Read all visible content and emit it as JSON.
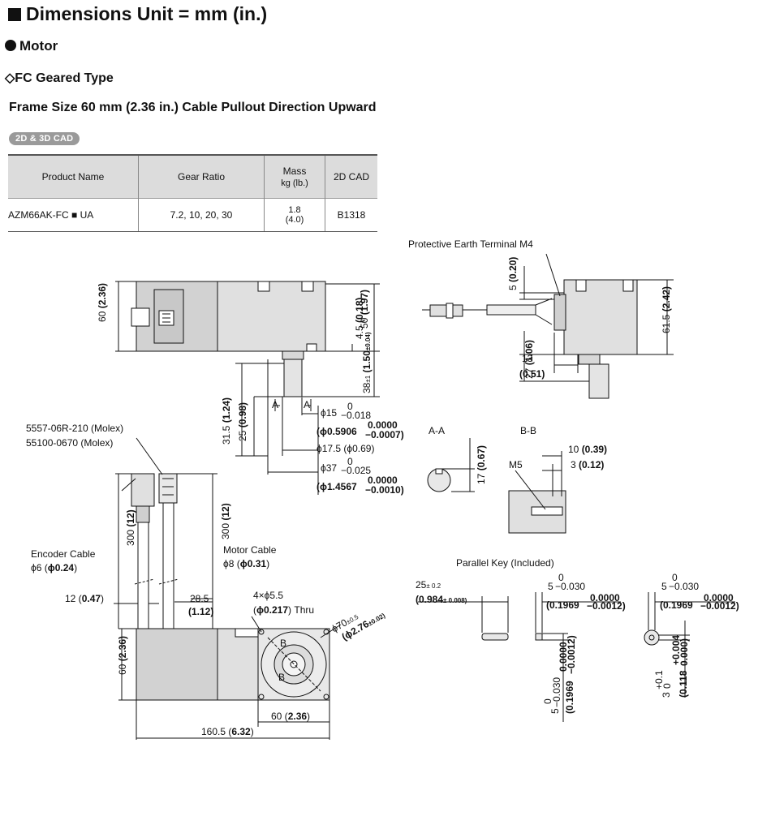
{
  "header": {
    "title": "Dimensions Unit = mm (in.)"
  },
  "section": {
    "motor": "Motor",
    "type": "◇FC Geared Type",
    "frame": "Frame Size 60 mm (2.36 in.)    Cable Pullout Direction  Upward",
    "cad_badge": "2D & 3D CAD"
  },
  "table": {
    "headers": {
      "product": "Product Name",
      "gear": "Gear Ratio",
      "mass1": "Mass",
      "mass2": "kg (lb.)",
      "cad": "2D CAD"
    },
    "row": {
      "product": "AZM66AK-FC",
      "suffix": "UA",
      "gear": "7.2, 10, 20, 30",
      "mass_kg": "1.8",
      "mass_lb": "(4.0)",
      "cad": "B1318"
    }
  },
  "labels": {
    "pe_terminal": "Protective Earth Terminal M4",
    "molex1": "5557-06R-210 (Molex)",
    "molex2": "55100-0670 (Molex)",
    "encoder_cable": "Encoder Cable",
    "encoder_dia": "ϕ6 (ϕ0.24)",
    "motor_cable": "Motor Cable",
    "motor_dia": "ϕ8 (ϕ0.31)",
    "holes": "4×ϕ5.5",
    "holes_in": "(ϕ0.217) Thru",
    "aa": "A-A",
    "bb": "B-B",
    "m5": "M5",
    "parallel_key": "Parallel Key (Included)",
    "sec_a": "A",
    "sec_b": "B"
  },
  "dims": {
    "d60": "60",
    "d60in": "(2.36)",
    "d45": "4.5",
    "d45in": "(0.18)",
    "d50": "50",
    "d50in": "(1.97)",
    "d38": "38",
    "d38tol": "±1",
    "d38in": "(1.50",
    "d38intol": "±0.04)",
    "d315": "31.5",
    "d315in": "(1.24)",
    "d25": "25",
    "d25in": "(0.98)",
    "phi15": "ϕ15",
    "phi15tol_top": "0",
    "phi15tol_bot": "−0.018",
    "phi15in": "(ϕ0.5906",
    "phi15in_top": "0.0000",
    "phi15in_bot": "−0.0007)",
    "phi175": "ϕ17.5 (ϕ0.69)",
    "phi37": "ϕ37",
    "phi37tol_top": "0",
    "phi37tol_bot": "−0.025",
    "phi37in": "(ϕ1.4567",
    "phi37in_top": "0.0000",
    "phi37in_bot": "−0.0010)",
    "d5": "5",
    "d5in": "(0.20)",
    "d27": "27",
    "d27in": "(1.06)",
    "d13": "13",
    "d13in": "(0.51)",
    "d615": "61.5",
    "d615in": "(2.42)",
    "d17": "17",
    "d17in": "(0.67)",
    "d10": "10 (0.39)",
    "d3": "3 (0.12)",
    "d300": "300",
    "d300in": "(12)",
    "d12": "12 (0.47)",
    "d285": "28.5",
    "d285in": "(1.12)",
    "phi70": "ϕ70",
    "phi70tol": "±0.5",
    "phi70in": "(ϕ2.76",
    "phi70intol": "±0.02)",
    "d60b": "60 (2.36)",
    "d1605": "160.5 (6.32)",
    "k25": "25",
    "k25tol": "± 0.2",
    "k25in": "(0.984",
    "k25intol": "± 0.008)",
    "k5": "5",
    "k5tol_top": "0",
    "k5tol_bot": "−0.030",
    "k5in": "(0.1969",
    "k5in_top": "0.0000",
    "k5in_bot": "−0.0012)",
    "k3": "3",
    "k3tol_top": "+0.1",
    "k3tol_bot": "0",
    "k118": "(0.118",
    "k118_top": "+0.004",
    "k118_bot": "0.000)"
  }
}
